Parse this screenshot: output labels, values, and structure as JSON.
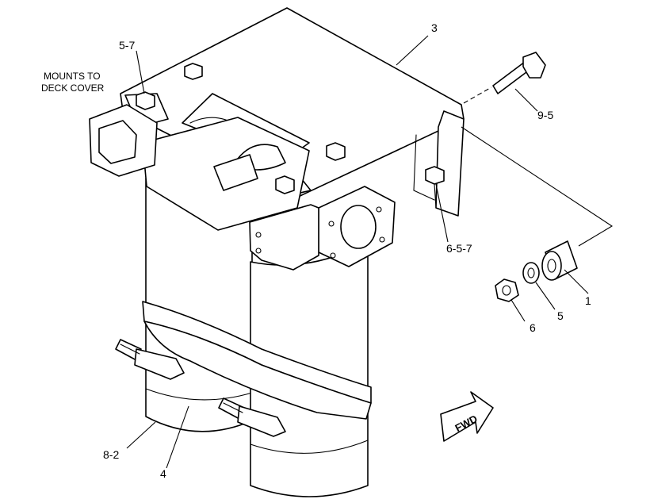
{
  "note": {
    "line1": "MOUNTS TO",
    "line2": "DECK COVER"
  },
  "callouts": {
    "c1": "1",
    "c3": "3",
    "c4": "4",
    "c5": "5",
    "c6": "6",
    "c57": "5-7",
    "c657": "6-5-7",
    "c82": "8-2",
    "c95": "9-5"
  },
  "fwd_label": "FWD"
}
